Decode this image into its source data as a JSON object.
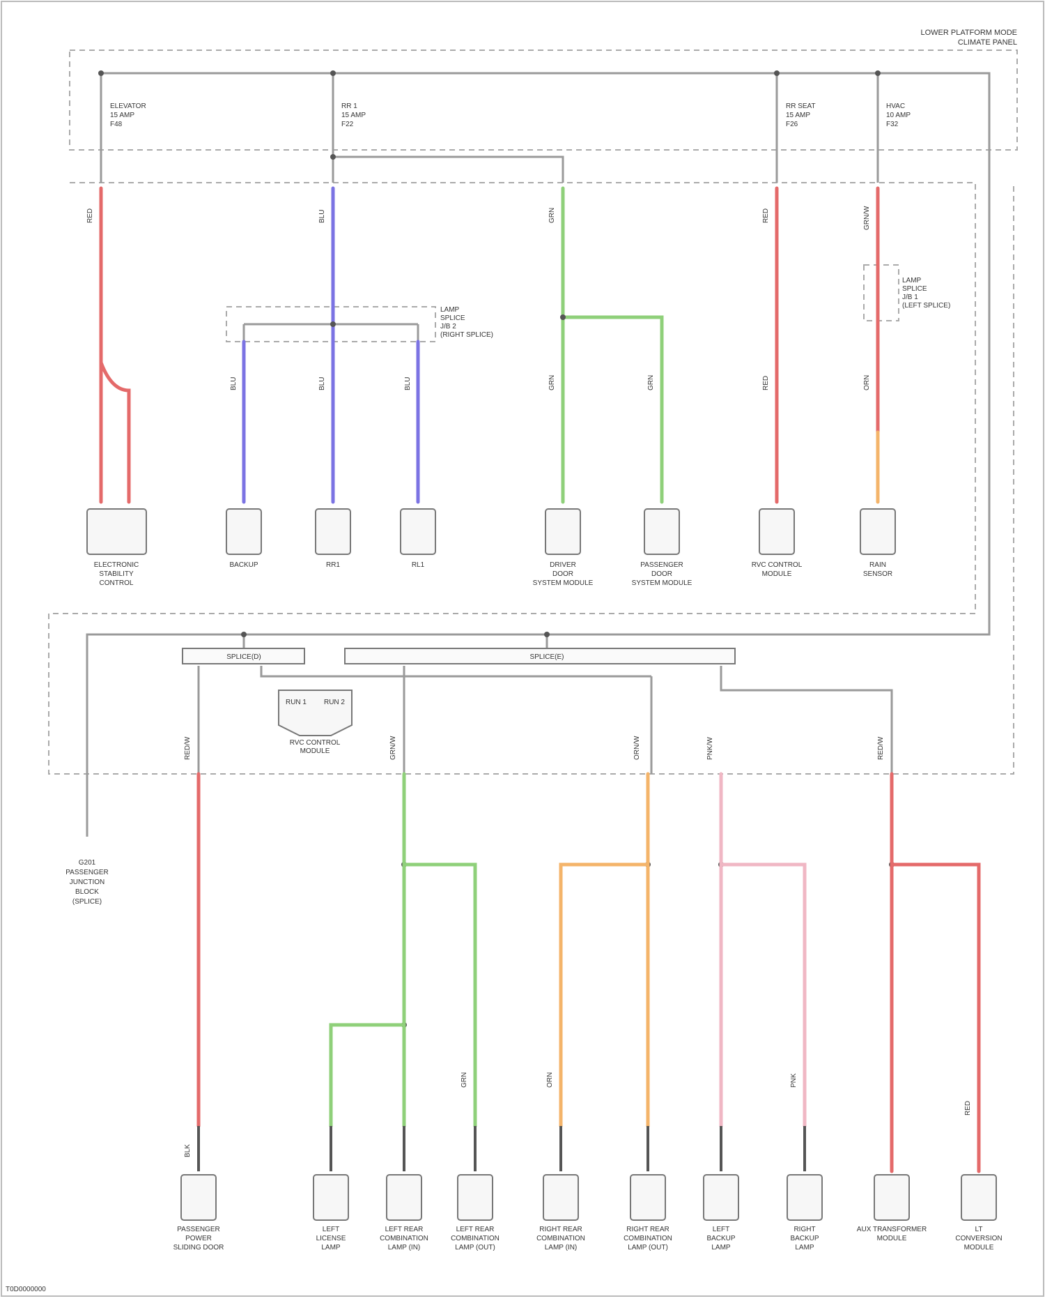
{
  "header": {
    "title_line1": "LOWER PLATFORM MODE",
    "title_line2": "CLIMATE PANEL"
  },
  "footer_code": "T0D0000000",
  "fuses": [
    {
      "label_line1": "ELEVATOR",
      "label_line2": "15 AMP",
      "label_line3": "F48"
    },
    {
      "label_line1": "RR 1",
      "label_line2": "15 AMP",
      "label_line3": "F22"
    },
    {
      "label_line1": "RR SEAT",
      "label_line2": "15 AMP",
      "label_line3": "F26"
    },
    {
      "label_line1": "HVAC",
      "label_line2": "10 AMP",
      "label_line3": "F32"
    }
  ],
  "upper_components": [
    {
      "line1": "ELECTRONIC",
      "line2": "STABILITY",
      "line3": "CONTROL"
    },
    {
      "line1": "BACKUP",
      "line2": "",
      "line3": ""
    },
    {
      "line1": "RR1",
      "line2": "",
      "line3": ""
    },
    {
      "line1": "RL1",
      "line2": "",
      "line3": ""
    },
    {
      "line1": "DRIVER",
      "line2": "DOOR",
      "line3": "SYSTEM MODULE"
    },
    {
      "line1": "PASSENGER",
      "line2": "DOOR",
      "line3": "SYSTEM MODULE"
    },
    {
      "line1": "RVC CONTROL",
      "line2": "MODULE",
      "line3": ""
    },
    {
      "line1": "RAIN",
      "line2": "SENSOR",
      "line3": ""
    }
  ],
  "splice_notes": [
    {
      "line1": "LAMP",
      "line2": "SPLICE",
      "line3": "J/B 2",
      "line4": "(RIGHT SPLICE)"
    },
    {
      "line1": "LAMP",
      "line2": "SPLICE",
      "line3": "J/B 1",
      "line4": "(LEFT SPLICE)"
    }
  ],
  "bus_boxes": [
    {
      "label": "SPLICE(D)"
    },
    {
      "label": "SPLICE(E)"
    }
  ],
  "middle_module": {
    "pin1": "RUN 1",
    "pin2": "RUN 2",
    "line1": "RVC CONTROL",
    "line2": "MODULE"
  },
  "ground_note": {
    "line1": "G201",
    "line2": "PASSENGER",
    "line3": "JUNCTION",
    "line4": "BLOCK",
    "line5": "(SPLICE)"
  },
  "lower_components": [
    {
      "line1": "PASSENGER",
      "line2": "POWER",
      "line3": "SLIDING DOOR"
    },
    {
      "line1": "LEFT",
      "line2": "LICENSE",
      "line3": "LAMP"
    },
    {
      "line1": "LEFT REAR",
      "line2": "COMBINATION",
      "line3": "LAMP (IN)"
    },
    {
      "line1": "LEFT REAR",
      "line2": "COMBINATION",
      "line3": "LAMP (OUT)"
    },
    {
      "line1": "RIGHT REAR",
      "line2": "COMBINATION",
      "line3": "LAMP (IN)"
    },
    {
      "line1": "RIGHT REAR",
      "line2": "COMBINATION",
      "line3": "LAMP (OUT)"
    },
    {
      "line1": "LEFT",
      "line2": "BACKUP",
      "line3": "LAMP"
    },
    {
      "line1": "RIGHT",
      "line2": "BACKUP",
      "line3": "LAMP"
    },
    {
      "line1": "AUX TRANSFORMER",
      "line2": "MODULE",
      "line3": ""
    },
    {
      "line1": "LT",
      "line2": "CONVERSION",
      "line3": "MODULE"
    }
  ],
  "wire_labels": {
    "upper": [
      "RED",
      "BLU",
      "GRN",
      "RED",
      "GRN/W",
      "BLU",
      "BLU",
      "BLU",
      "GRN",
      "GRN",
      "RED",
      "ORN"
    ],
    "lower": [
      "RED/W",
      "GRN/W",
      "ORN/W",
      "PNK/W",
      "RED/W",
      "GRN",
      "ORN",
      "PNK",
      "RED",
      "BLK"
    ]
  },
  "colors": {
    "red": "#e46a6a",
    "blue": "#7b73e3",
    "green": "#8fd07a",
    "orange": "#f4b46a",
    "pink": "#f0b7c4",
    "gray": "#9a9a9a",
    "dark": "#555555"
  }
}
